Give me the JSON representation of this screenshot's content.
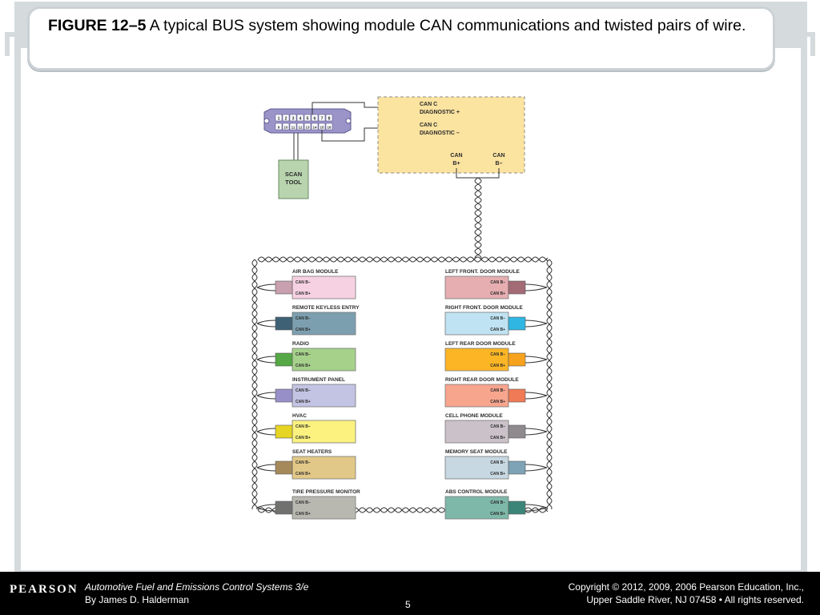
{
  "slide": {
    "figure_label": "FIGURE 12–5",
    "figure_caption": " A typical BUS system showing module CAN communications and twisted pairs of wire."
  },
  "diagram": {
    "dlc": {
      "top_pins": [
        "1",
        "2",
        "3",
        "4",
        "5",
        "6",
        "7",
        "8"
      ],
      "bottom_pins": [
        "9",
        "10",
        "11",
        "12",
        "13",
        "14",
        "15",
        "16"
      ]
    },
    "scan_tool": [
      "SCAN",
      "TOOL"
    ],
    "gateway": {
      "can_c_plus": [
        "CAN C",
        "DIAGNOSTIC +"
      ],
      "can_c_minus": [
        "CAN C",
        "DIAGNOSTIC –"
      ],
      "can_b_plus": [
        "CAN",
        "B+"
      ],
      "can_b_minus": [
        "CAN",
        "B–"
      ],
      "color": "#fbe3a0"
    },
    "pin_labels": {
      "minus": "CAN B–",
      "plus": "CAN B+"
    },
    "left_modules": [
      {
        "name": "AIR BAG MODULE",
        "box_color": "#f6d1e1",
        "conn_color": "#c9a0b0"
      },
      {
        "name": "REMOTE KEYLESS ENTRY",
        "box_color": "#7c9fb0",
        "conn_color": "#3e6175"
      },
      {
        "name": "RADIO",
        "box_color": "#a6d18b",
        "conn_color": "#55a845"
      },
      {
        "name": "INSTRUMENT PANEL",
        "box_color": "#c3c3e3",
        "conn_color": "#9790c8"
      },
      {
        "name": "HVAC",
        "box_color": "#fbf27f",
        "conn_color": "#e7d524"
      },
      {
        "name": "SEAT HEATERS",
        "box_color": "#e2c888",
        "conn_color": "#a6895a"
      },
      {
        "name": "TIRE PRESSURE MONITOR",
        "box_color": "#b9b8b0",
        "conn_color": "#717170"
      }
    ],
    "right_modules": [
      {
        "name": "LEFT FRONT. DOOR MODULE",
        "box_color": "#e6aeb1",
        "conn_color": "#a36b76"
      },
      {
        "name": "RIGHT FRONT. DOOR MODULE",
        "box_color": "#bfe3f2",
        "conn_color": "#2fb6e2"
      },
      {
        "name": "LEFT REAR DOOR MODULE",
        "box_color": "#fcb625",
        "conn_color": "#f7a21e"
      },
      {
        "name": "RIGHT REAR DOOR MODULE",
        "box_color": "#f8a58e",
        "conn_color": "#ef7a55"
      },
      {
        "name": "CELL PHONE MODULE",
        "box_color": "#cac2c8",
        "conn_color": "#8e8a8e"
      },
      {
        "name": "MEMORY SEAT MODULE",
        "box_color": "#c7d8e2",
        "conn_color": "#7ea3b6"
      },
      {
        "name": "ABS CONTROL MODULE",
        "box_color": "#7eb8a8",
        "conn_color": "#3b8478"
      }
    ]
  },
  "footer": {
    "logo": "PEARSON",
    "book_title": "Automotive Fuel and Emissions Control Systems 3/e",
    "author": "By James D. Halderman",
    "page_number": "5",
    "copyright_line1": "Copyright © 2012, 2009, 2006 Pearson Education, Inc.,",
    "copyright_line2": "Upper Saddle River, NJ 07458 • All rights reserved."
  }
}
